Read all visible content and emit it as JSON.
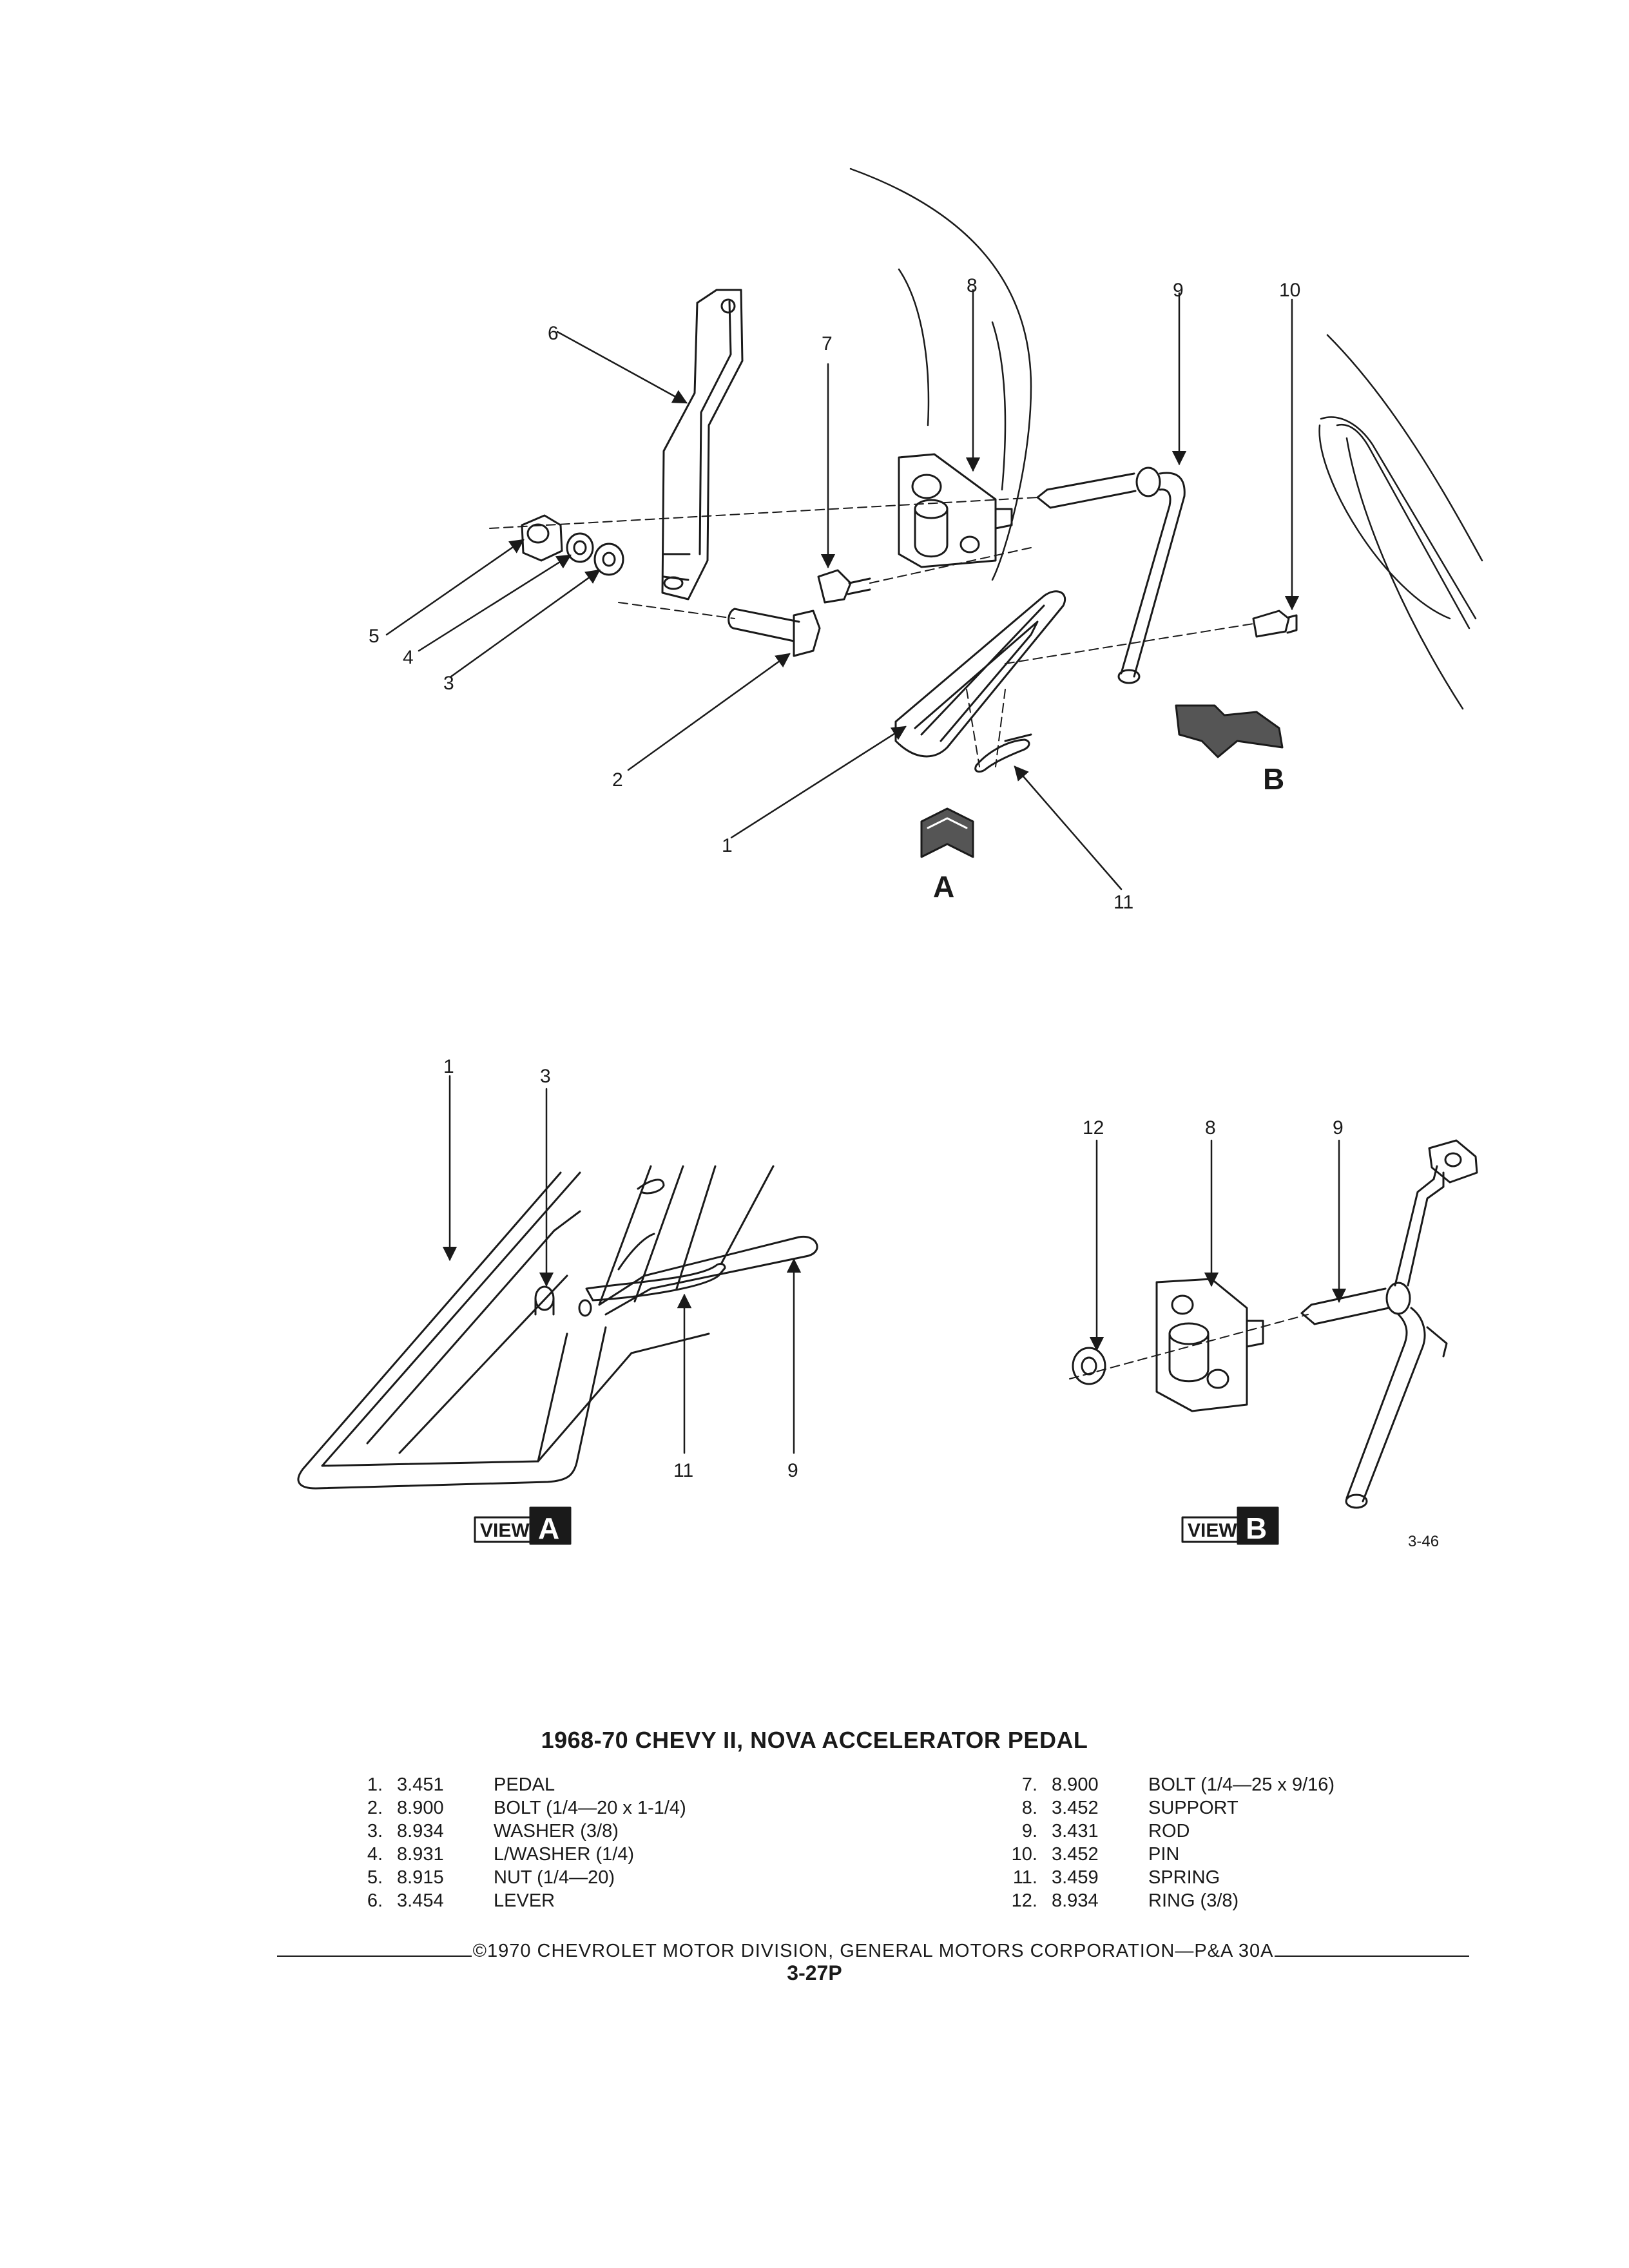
{
  "diagram": {
    "callouts_main": [
      "6",
      "7",
      "8",
      "9",
      "10",
      "5",
      "4",
      "3",
      "2",
      "1",
      "11"
    ],
    "view_markers": [
      "A",
      "B"
    ],
    "callouts_view_a": [
      "1",
      "3",
      "11",
      "9"
    ],
    "callouts_view_b": [
      "12",
      "8",
      "9"
    ],
    "view_a_label": {
      "word": "VIEW",
      "letter": "A"
    },
    "view_b_label": {
      "word": "VIEW",
      "letter": "B"
    },
    "figure_number": "3-46"
  },
  "title": "1968-70 CHEVY II, NOVA ACCELERATOR PEDAL",
  "parts_left": [
    {
      "num": "1.",
      "code": "3.451",
      "desc": "PEDAL"
    },
    {
      "num": "2.",
      "code": "8.900",
      "desc": "BOLT (1/4—20 x 1-1/4)"
    },
    {
      "num": "3.",
      "code": "8.934",
      "desc": "WASHER (3/8)"
    },
    {
      "num": "4.",
      "code": "8.931",
      "desc": "L/WASHER (1/4)"
    },
    {
      "num": "5.",
      "code": "8.915",
      "desc": "NUT (1/4—20)"
    },
    {
      "num": "6.",
      "code": "3.454",
      "desc": "LEVER"
    }
  ],
  "parts_right": [
    {
      "num": "7.",
      "code": "8.900",
      "desc": "BOLT (1/4—25 x 9/16)"
    },
    {
      "num": "8.",
      "code": "3.452",
      "desc": "SUPPORT"
    },
    {
      "num": "9.",
      "code": "3.431",
      "desc": "ROD"
    },
    {
      "num": "10.",
      "code": "3.452",
      "desc": "PIN"
    },
    {
      "num": "11.",
      "code": "3.459",
      "desc": "SPRING"
    },
    {
      "num": "12.",
      "code": "8.934",
      "desc": "RING (3/8)"
    }
  ],
  "footer": "©1970 CHEVROLET MOTOR DIVISION, GENERAL MOTORS CORPORATION—P&A 30A",
  "page_number": "3-27P"
}
